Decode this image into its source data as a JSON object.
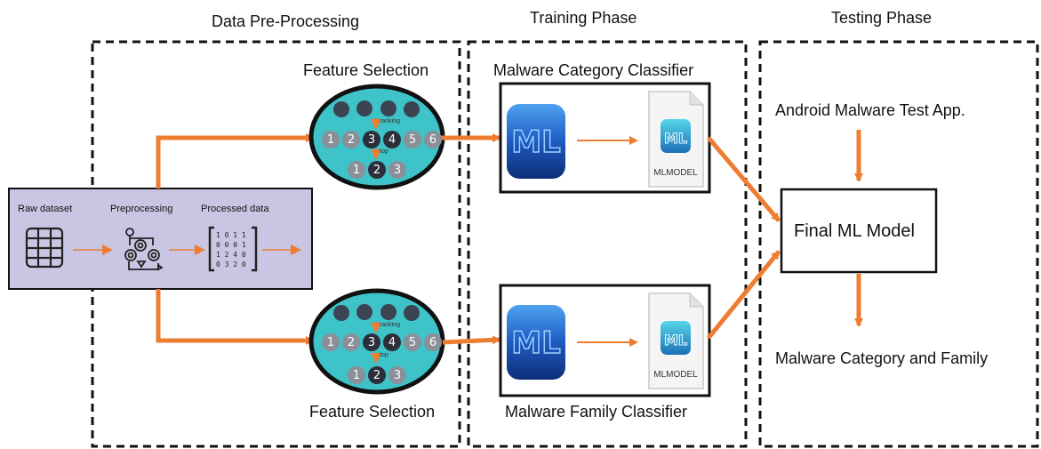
{
  "phases": {
    "preprocessing": "Data Pre-Processing",
    "training": "Training Phase",
    "testing": "Testing Phase"
  },
  "raw_panel": {
    "raw_dataset": "Raw dataset",
    "preprocessing": "Preprocessing",
    "processed_data": "Processed data",
    "matrix_rows": [
      "1 0 1 1",
      "0 0 0 1",
      "1 2 4 0",
      "0 3 2 0"
    ]
  },
  "feature_selection": {
    "top_label": "Feature Selection",
    "bottom_label": "Feature Selection",
    "ranking": "ranking",
    "top": "top",
    "numbers": [
      "1",
      "2",
      "3",
      "4",
      "5",
      "6"
    ],
    "selected": [
      "1",
      "2",
      "3"
    ]
  },
  "classifiers": {
    "category_title": "Malware Category Classifier",
    "family_title": "Malware Family Classifier",
    "ml_text": "ML",
    "mlmodel_caption": "MLMODEL"
  },
  "testing": {
    "input": "Android Malware Test App.",
    "final_model": "Final ML Model",
    "output": "Malware Category and Family"
  },
  "colors": {
    "arrow": "#ED7D31",
    "panel": "#C9C6E4",
    "feature_fill": "#3DC3C8",
    "ml_blue": "#1F5FC4"
  }
}
